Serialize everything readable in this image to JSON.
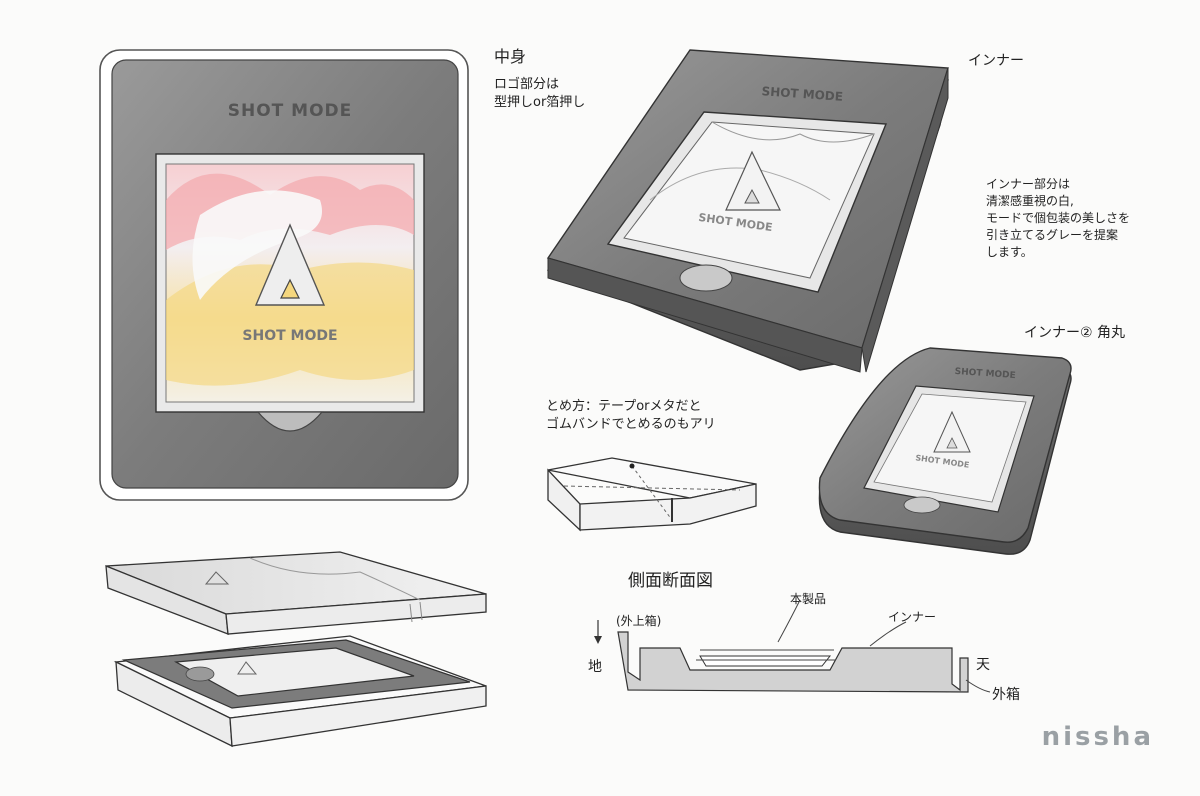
{
  "logo_text": "SHOT MODE",
  "notes": {
    "contents_title": "中身",
    "contents_body": "ロゴ部分は\n型押しor箔押し",
    "inner_title": "インナー",
    "inner_body": "インナー部分は\n清潔感重視の白,\nモードで個包装の美しさを\n引き立てるグレーを提案\nします。",
    "inner2_title": "インナー② 角丸",
    "closing": "とめ方：テープorメタだと\nゴムバンドでとめるのもアリ",
    "section_title": "側面断面図",
    "product": "本製品",
    "inner_label": "インナー",
    "outer_top": "(外上箱)",
    "ground": "地",
    "top": "天",
    "outer_box": "外箱"
  },
  "brand": "nissha",
  "colors": {
    "gray_dark": "#6e6e6e",
    "gray_mid": "#8a8a8a",
    "gray_light": "#b5b5b5",
    "panel_white": "#f4f4f2",
    "pink": "#f2b9b9",
    "yellow": "#f5dc8e"
  }
}
